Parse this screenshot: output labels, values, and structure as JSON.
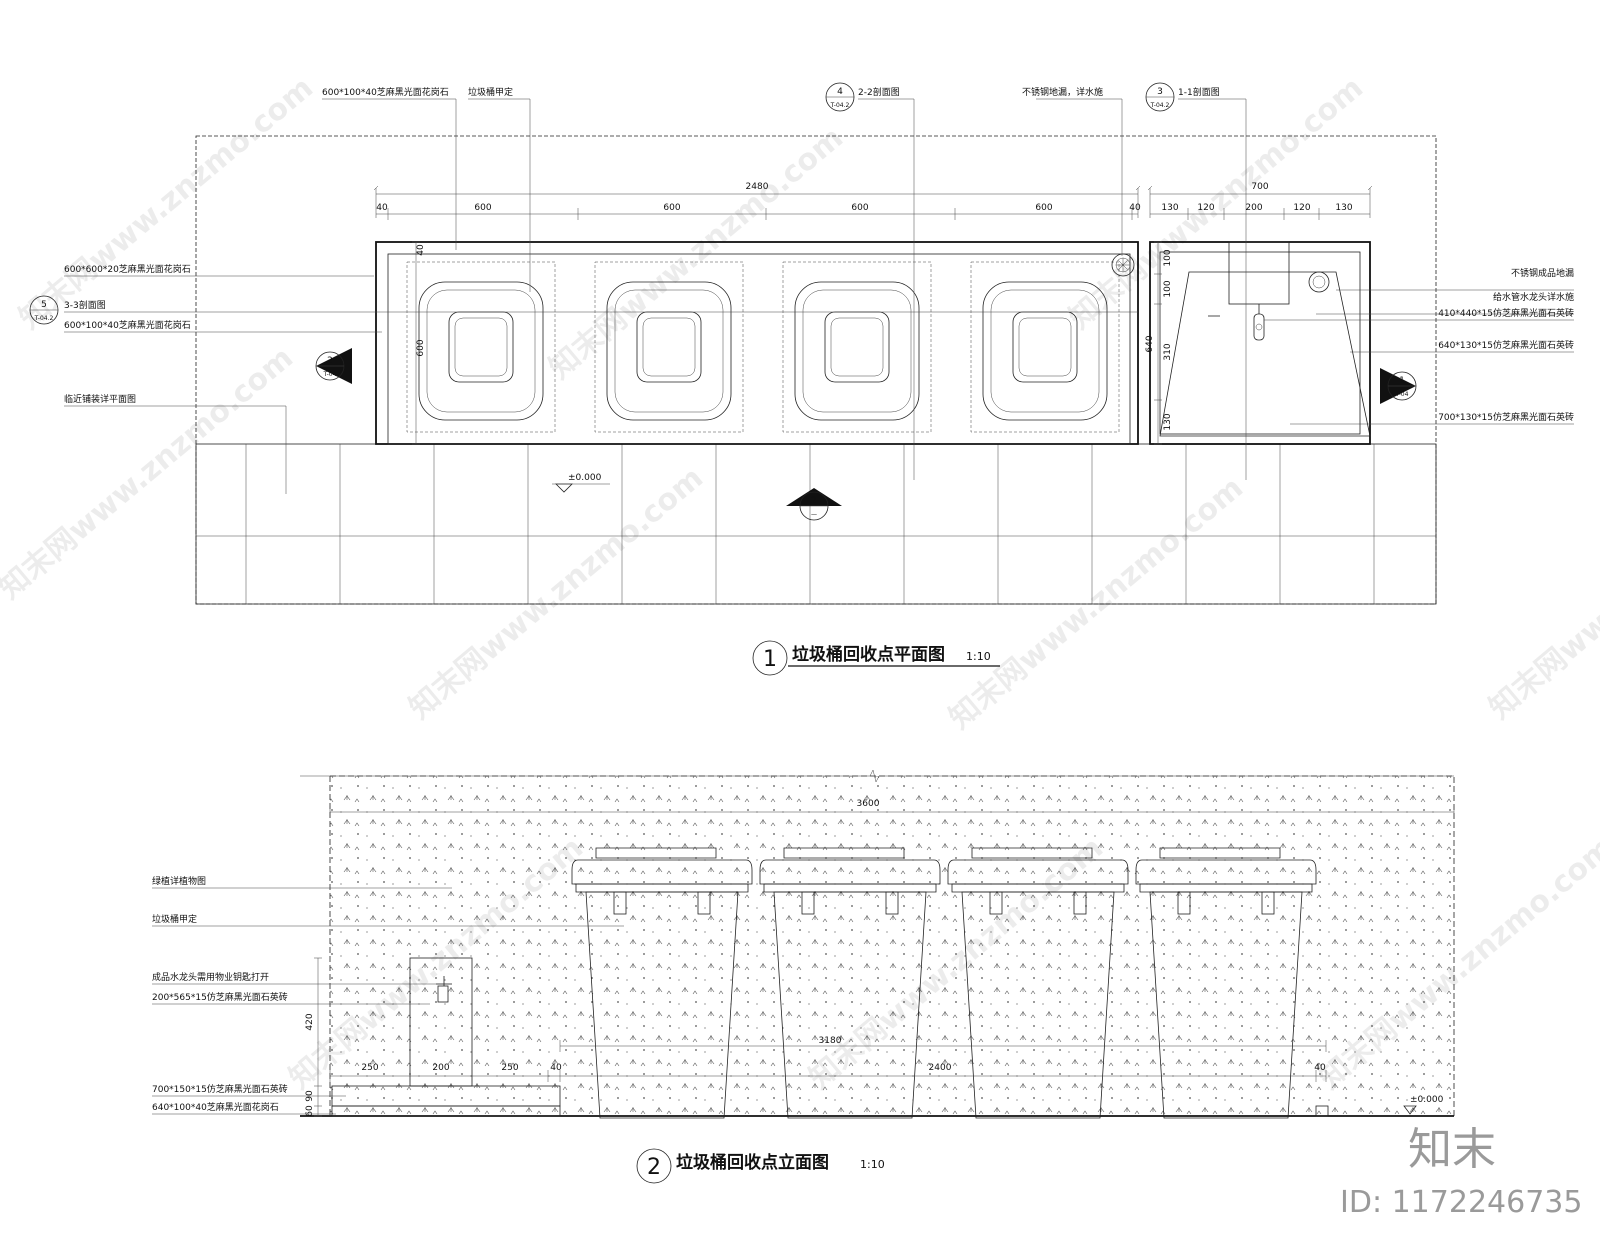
{
  "plan": {
    "labels": {
      "granite_top_600x100": "600*100*40芝麻黑光面花岗石",
      "bin_owner_select": "垃圾桶甲定",
      "sec22": "2-2剖面图",
      "drain_detail": "不锈钢地漏，详水施",
      "sec11": "1-1剖面图",
      "granite_600x600": "600*600*20芝麻黑光面花岗石",
      "sec33": "3-3剖面图",
      "granite_600x100_b": "600*100*40芝麻黑光面花岗石",
      "adjacent_paving": "临近铺装详平面图",
      "steel_drain": "不锈钢成品地漏",
      "faucet": "给水管水龙头详水施",
      "tile_410": "410*440*15仿芝麻黑光面石英砖",
      "tile_640": "640*130*15仿芝麻黑光面石英砖",
      "tile_700": "700*130*15仿芝麻黑光面石英砖"
    },
    "callouts": {
      "c4": "4",
      "c4_sheet": "T-04.2",
      "c3": "3",
      "c3_sheet": "T-04.2",
      "c5": "5",
      "c5_sheet": "T-04.2",
      "c2L": "2",
      "c2L_sheet": "T-04",
      "c1R": "1",
      "c1R_sheet": "T-04",
      "c2B": "2",
      "c2B_sheet": "—"
    },
    "dims": {
      "total": "2480",
      "right_total": "700",
      "d40a": "40",
      "d600a": "600",
      "d600b": "600",
      "d600c": "600",
      "d600d": "600",
      "d40b": "40",
      "d130a": "130",
      "d120a": "120",
      "d200": "200",
      "d120b": "120",
      "d130b": "130",
      "v40": "40",
      "v600": "600",
      "v100a": "100",
      "v100b": "100",
      "v640": "640",
      "v310": "310",
      "v130": "130"
    },
    "level": "±0.000",
    "title_num": "1",
    "title": "垃圾桶回收点平面图",
    "scale": "1:10"
  },
  "elevation": {
    "labels": {
      "planting": "绿植详植物图",
      "bin_owner_select": "垃圾桶甲定",
      "faucet_key": "成品水龙头需用物业钥匙打开",
      "tile_200": "200*565*15仿芝麻黑光面石英砖",
      "tile_700": "700*150*15仿芝麻黑光面石英砖",
      "granite_640": "640*100*40芝麻黑光面花岗石"
    },
    "dims": {
      "top": "3600",
      "mid": "3180",
      "bins": "2400",
      "d250a": "250",
      "d200": "200",
      "d250b": "250",
      "d40a": "40",
      "d40b": "40",
      "v420": "420",
      "v90": "90",
      "v60": "60"
    },
    "level": "±0.000",
    "title_num": "2",
    "title": "垃圾桶回收点立面图",
    "scale": "1:10"
  },
  "watermark": {
    "text": "知末网www.znzmo.com",
    "brand": "知末",
    "id": "ID: 1172246735"
  }
}
